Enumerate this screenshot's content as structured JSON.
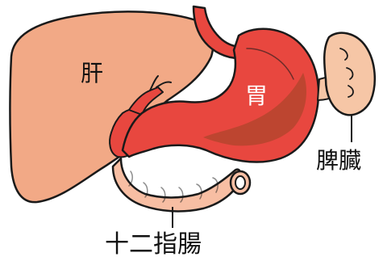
{
  "labels": {
    "liver": "肝",
    "stomach": "胃",
    "spleen": "脾臓",
    "duodenum": "十二指腸"
  },
  "colors": {
    "liver": "#f2a986",
    "stomach": "#e8473f",
    "stomach_shadow": "#b5452e",
    "spleen": "#f6c6a6",
    "duodenum": "#f7bea3",
    "outline": "#1a1a1a"
  }
}
